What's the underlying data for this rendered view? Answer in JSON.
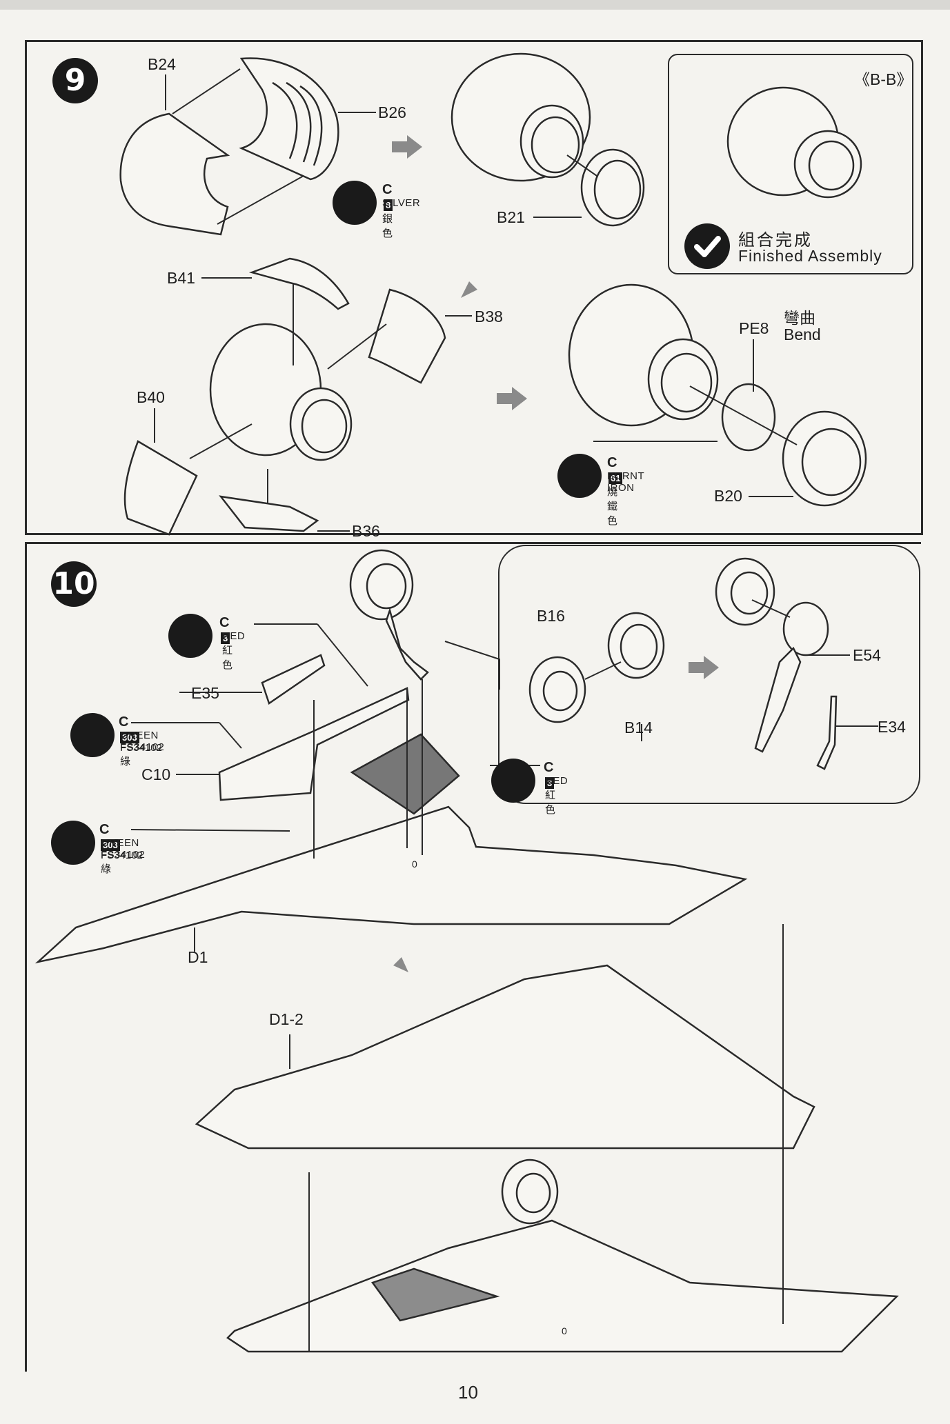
{
  "step9": {
    "number": "9",
    "parts": {
      "b24": "B24",
      "b26": "B26",
      "b21": "B21",
      "b41": "B41",
      "b38": "B38",
      "b40": "B40",
      "b36": "B36",
      "pe8": "PE8",
      "b20": "B20"
    },
    "paint_silver": {
      "code": "C",
      "box": "8",
      "name": "SILVER",
      "cn": "銀色"
    },
    "paint_burnt_iron": {
      "code": "C",
      "box": "61",
      "name": "BURNT IRON",
      "cn": "燒鐵色"
    },
    "bend": {
      "cn": "彎曲",
      "en": "Bend"
    },
    "view_label": "《B-B》",
    "finished": {
      "cn": "組合完成",
      "en": "Finished Assembly"
    }
  },
  "step10": {
    "number": "10",
    "parts": {
      "e35": "E35",
      "c10": "C10",
      "d1": "D1",
      "d1_2": "D1-2",
      "b16": "B16",
      "b14": "B14",
      "e54": "E54",
      "e34": "E34",
      "zero_a": "0",
      "zero_b": "0"
    },
    "paint_red_1": {
      "code": "C",
      "box": "3",
      "name": "RED",
      "cn": "紅色"
    },
    "paint_green_1": {
      "code": "C",
      "box": "303",
      "name": "GREEN FS34102",
      "cn": "FS34102 綠"
    },
    "paint_green_2": {
      "code": "C",
      "box": "303",
      "name": "GREEN FS34102",
      "cn": "FS34102 綠"
    },
    "paint_red_2": {
      "code": "C",
      "box": "3",
      "name": "RED",
      "cn": "紅色"
    }
  },
  "page_number": "10",
  "colors": {
    "ink": "#1a1a1a",
    "paper": "#f4f3ef",
    "arrow_grey": "#8a8a8a"
  }
}
